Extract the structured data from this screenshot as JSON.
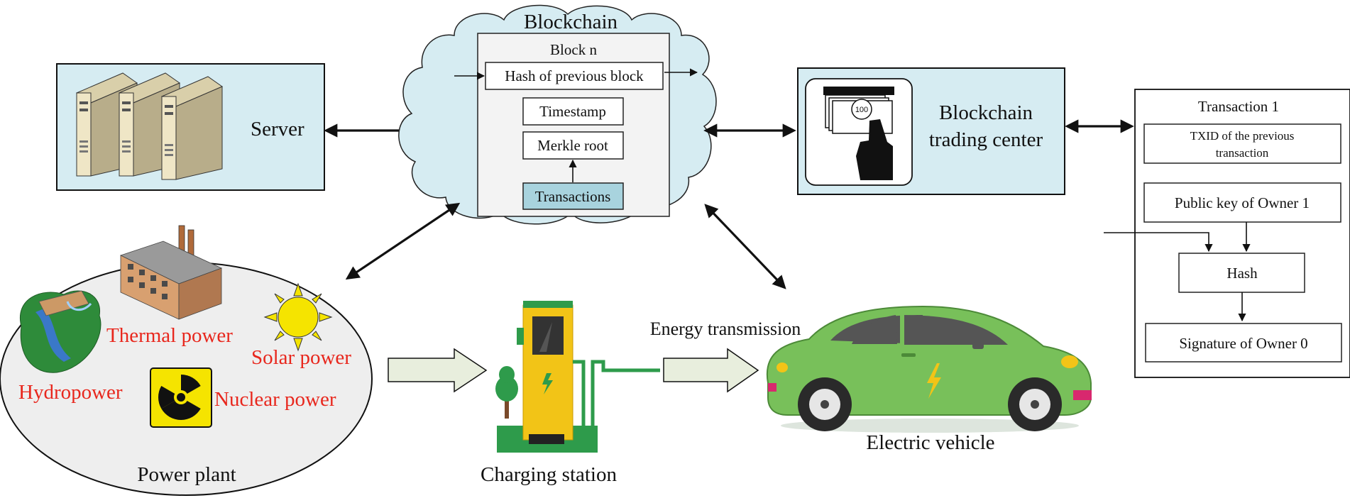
{
  "server": {
    "label": "Server"
  },
  "blockchain": {
    "title": "Blockchain",
    "block": "Block n",
    "hash_prev": "Hash of previous block",
    "timestamp": "Timestamp",
    "merkle": "Merkle root",
    "transactions": "Transactions"
  },
  "trading_center": {
    "line1": "Blockchain",
    "line2": "trading center",
    "note_value": "100"
  },
  "transaction": {
    "title": "Transaction 1",
    "txid_line1": "TXID of the previous",
    "txid_line2": "transaction",
    "pubkey": "Public key of Owner 1",
    "hash": "Hash",
    "signature": "Signature of Owner 0"
  },
  "power_plant": {
    "label": "Power plant",
    "thermal": "Thermal power",
    "solar": "Solar power",
    "hydro": "Hydropower",
    "nuclear": "Nuclear power"
  },
  "charging_station": {
    "label": "Charging station"
  },
  "energy": {
    "label": "Energy transmission"
  },
  "vehicle": {
    "label": "Electric vehicle"
  },
  "colors": {
    "panel_blue": "#d6ecf2",
    "cloud_blue": "#d6ecf2",
    "tx_blue": "#a8d3de",
    "label_red": "#e8271d",
    "station_yellow": "#f2c417",
    "station_green": "#2e9b4b",
    "car_green": "#78c05a"
  }
}
